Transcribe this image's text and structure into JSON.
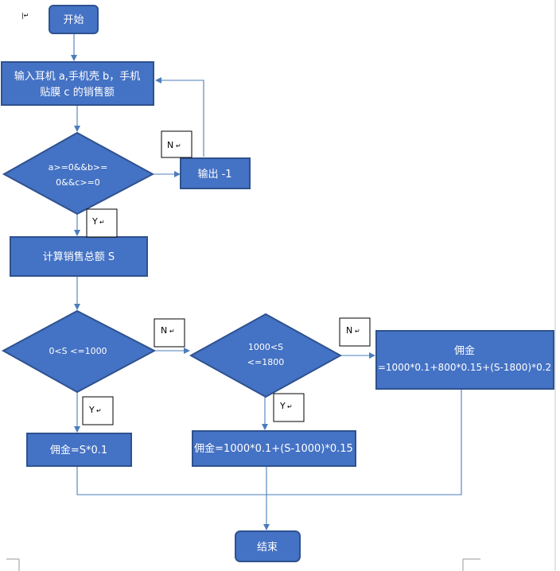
{
  "nodes": {
    "start": "开始",
    "input": [
      "输入耳机 a,手机壳 b，手机",
      "贴膜 c 的销售额"
    ],
    "check_input": [
      "a>=0&&b>=",
      "0&&c>=0"
    ],
    "output_error": "输出  -1",
    "compute_total": "计算销售总额 S",
    "check_range1": "0<S <=1000",
    "check_range2": [
      "1000<S",
      "<=1800"
    ],
    "commission_high": [
      "佣金",
      "=1000*0.1+800*0.15+(S-1800)*0.2"
    ],
    "commission_low": "佣金=S*0.1",
    "commission_mid": "佣金=1000*0.1+(S-1000)*0.15",
    "end": "结束"
  },
  "edge_labels": {
    "input_no": "N",
    "input_yes": "Y",
    "range1_no": "N",
    "range1_yes": "Y",
    "range2_no": "N",
    "range2_yes": "Y"
  },
  "colors": {
    "node_fill": "#4472c4",
    "node_border": "#2f528f",
    "connector": "#4a7ebb",
    "node_text": "#ffffff"
  }
}
